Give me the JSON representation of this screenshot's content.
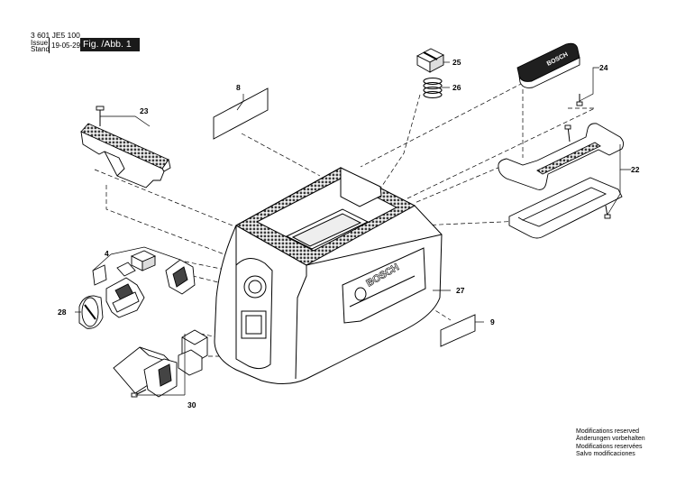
{
  "header": {
    "doc_number": "3 601 JE5 100",
    "issue_label": "Issue",
    "stand_label": "Stand",
    "issue_date": "19-05-29",
    "figure_label": "Fig. /Abb. 1"
  },
  "diagram": {
    "brand_text": "BOSCH",
    "callouts": [
      "4",
      "8",
      "9",
      "22",
      "23",
      "24",
      "25",
      "26",
      "27",
      "28",
      "30"
    ]
  },
  "notes": [
    "Modifications reserved",
    "Änderungen vorbehalten",
    "Modifications reservées",
    "Salvo modificaciones"
  ]
}
